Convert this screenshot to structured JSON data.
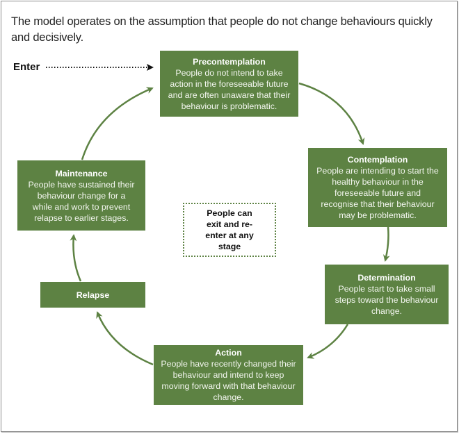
{
  "intro_text": "The model operates on the assumption that people do not change behaviours quickly and decisively.",
  "enter_label": "Enter",
  "note": "People can exit and re-enter at any stage",
  "colors": {
    "stage_fill": "#5d8243",
    "arrow": "#5d8243",
    "entry_arrow": "#111111"
  },
  "stages": {
    "precontemplation": {
      "title": "Precontemplation",
      "text": "People do not intend to take action in the foreseeable future and are often unaware that their behaviour is problematic."
    },
    "contemplation": {
      "title": "Contemplation",
      "text": "People are intending to start the healthy behaviour in the foreseeable future and recognise that their behaviour may be problematic."
    },
    "determination": {
      "title": "Determination",
      "text": "People start to take small steps toward the behaviour change."
    },
    "action": {
      "title": "Action",
      "text": "People have recently changed their behaviour and intend to keep moving forward with that behaviour change."
    },
    "relapse": {
      "title": "Relapse"
    },
    "maintenance": {
      "title": "Maintenance",
      "text": "People have sustained their behaviour change for a while and work to prevent relapse to earlier stages."
    }
  },
  "cycle_order": [
    "Precontemplation",
    "Contemplation",
    "Determination",
    "Action",
    "Relapse",
    "Maintenance"
  ]
}
